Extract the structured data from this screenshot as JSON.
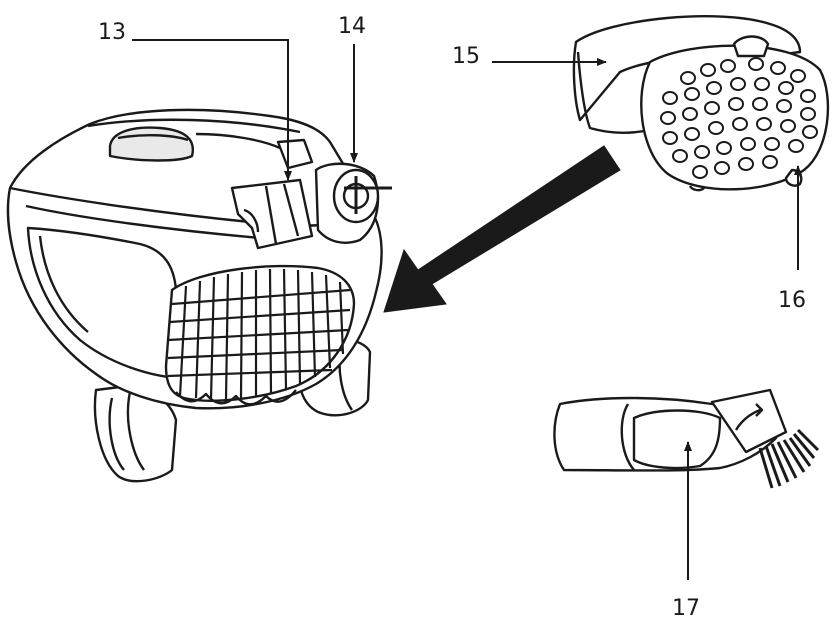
{
  "callouts": {
    "c13": "13",
    "c14": "14",
    "c15": "15",
    "c16": "16",
    "c17": "17"
  },
  "colors": {
    "ink": "#1a1a1a",
    "fill": "#ffffff",
    "shade": "#e9e9e9"
  }
}
